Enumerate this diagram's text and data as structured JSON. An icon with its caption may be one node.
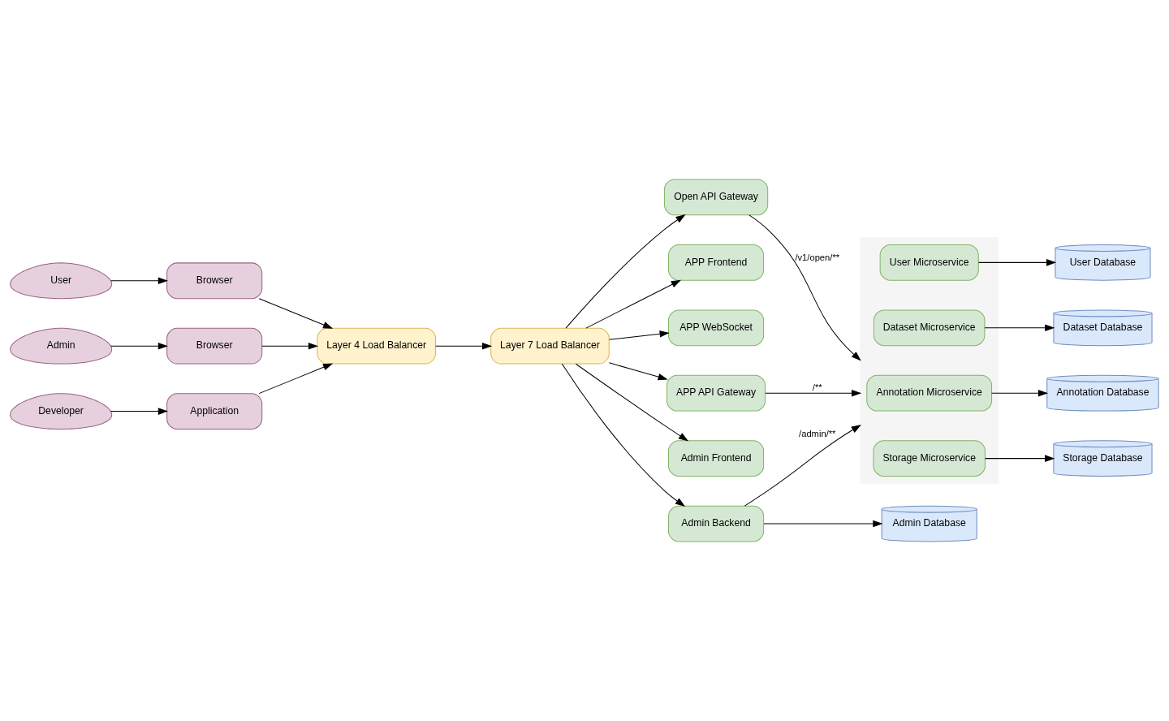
{
  "diagram": {
    "nodes": [
      {
        "text": [
          "User"
        ]
      },
      {
        "text": [
          "Admin"
        ]
      },
      {
        "text": [
          "Developer"
        ]
      },
      {
        "text": [
          "Browser"
        ]
      },
      {
        "text": [
          "Browser"
        ]
      },
      {
        "text": [
          "Application"
        ]
      },
      {
        "text": [
          "Layer 4 Load Balancer"
        ]
      },
      {
        "text": [
          "Layer 7 Load Balancer"
        ]
      },
      {
        "text": [
          "APP API Gateway"
        ]
      },
      {
        "text": [
          "APP Frontend"
        ]
      },
      {
        "text": [
          "APP WebSocket"
        ]
      },
      {
        "text": [
          "Admin Backend"
        ]
      },
      {
        "text": [
          "Admin Frontend"
        ]
      },
      {
        "text": [
          "Open API Gateway"
        ]
      },
      {
        "text": [],
        "shape": "box"
      },
      {
        "text": [
          "User Microservice"
        ],
        "in": 14
      },
      {
        "text": [
          "Dataset Microservice"
        ],
        "in": 14
      },
      {
        "text": [
          "Annotation Microservice"
        ],
        "in": 14
      },
      {
        "text": [
          "Storage Microservice"
        ],
        "in": 14
      },
      {
        "text": [
          "User Database"
        ]
      },
      {
        "text": [
          "Dataset Database"
        ]
      },
      {
        "text": [
          "Annotation Database"
        ]
      },
      {
        "text": [
          "Storage Database"
        ]
      },
      {
        "text": [
          "Admin Database"
        ]
      }
    ],
    "edges": [
      {
        "from": 0,
        "to": 3,
        "arrow": "to"
      },
      {
        "from": 1,
        "to": 4,
        "arrow": "to"
      },
      {
        "from": 2,
        "to": 5,
        "arrow": "to"
      },
      {
        "from": 3,
        "to": 6,
        "arrow": "to"
      },
      {
        "from": 4,
        "to": 6,
        "arrow": "to"
      },
      {
        "from": 5,
        "to": 6,
        "arrow": "to"
      },
      {
        "from": 6,
        "to": 7,
        "arrow": "to"
      },
      {
        "from": 7,
        "to": 8,
        "arrow": "to"
      },
      {
        "from": 7,
        "to": 9,
        "arrow": "to"
      },
      {
        "from": 7,
        "to": 10,
        "arrow": "to"
      },
      {
        "from": 7,
        "to": 11,
        "arrow": "to"
      },
      {
        "from": 7,
        "to": 12,
        "arrow": "to"
      },
      {
        "from": 7,
        "to": 13,
        "arrow": "to"
      },
      {
        "from": 8,
        "to": 14,
        "arrow": "to",
        "label": "/**"
      },
      {
        "from": 11,
        "to": 14,
        "arrow": "to",
        "label": "/admin/**"
      },
      {
        "from": 13,
        "to": 14,
        "arrow": "to",
        "label": "/v1/open/**"
      },
      {
        "from": 11,
        "to": 23,
        "arrow": "to"
      },
      {
        "from": 15,
        "to": 19,
        "arrow": "to"
      },
      {
        "from": 16,
        "to": 20,
        "arrow": "to"
      },
      {
        "from": 17,
        "to": 21,
        "arrow": "to"
      },
      {
        "from": 18,
        "to": 22,
        "arrow": "to"
      }
    ]
  }
}
